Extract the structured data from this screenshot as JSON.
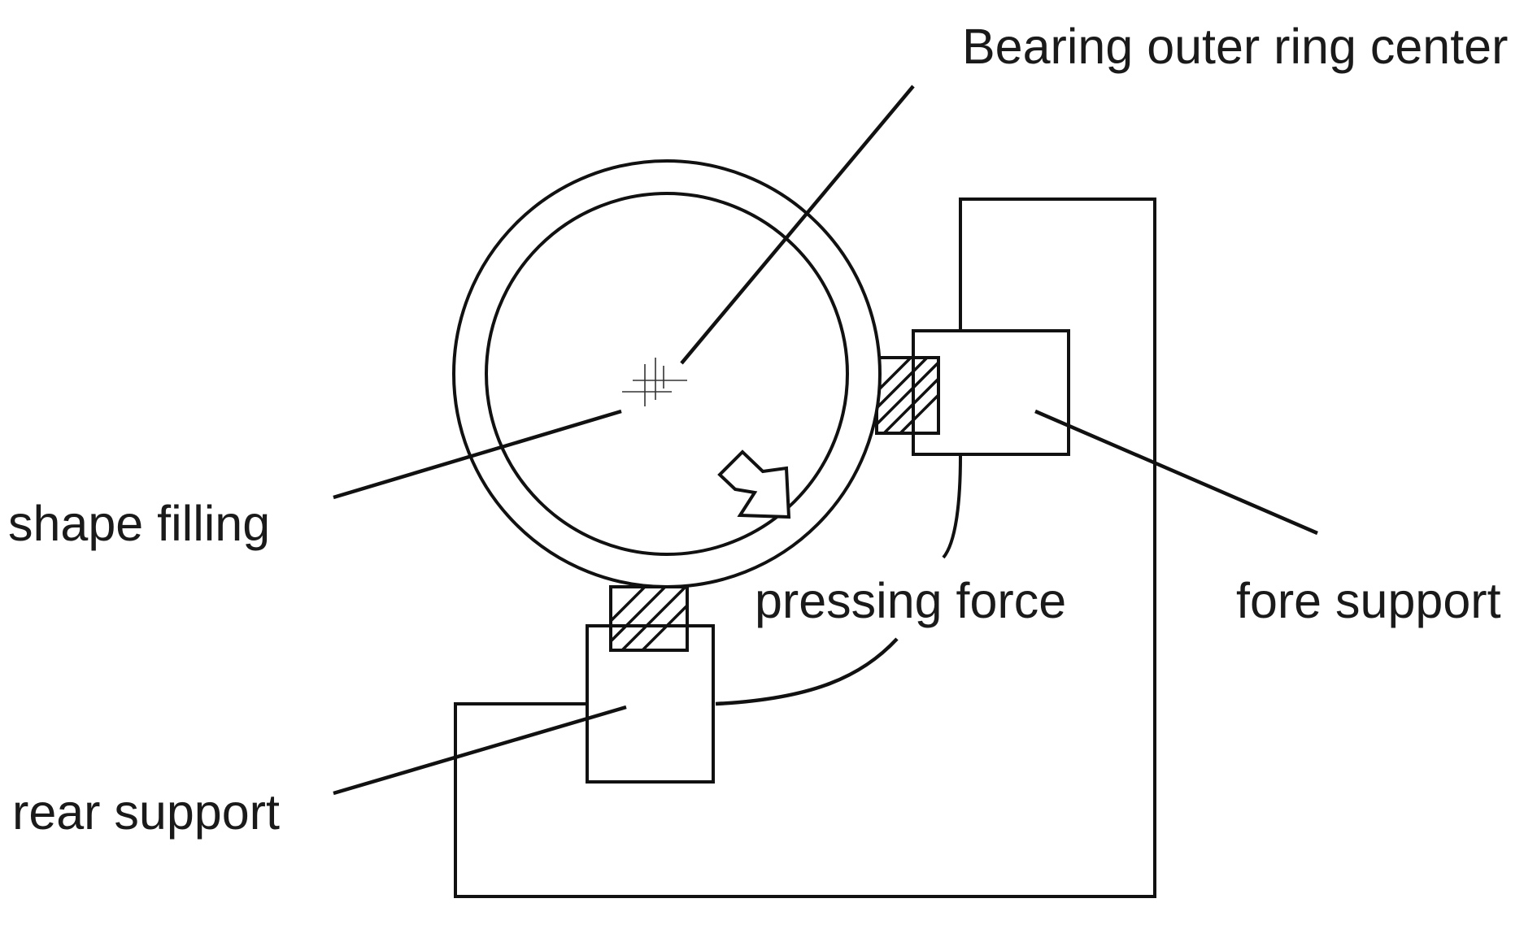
{
  "labels": {
    "bearing_outer_ring_center": "Bearing outer ring center",
    "shape_filling": "shape filling",
    "pressing_force": "pressing force",
    "fore_support": "fore support",
    "rear_support": "rear support"
  },
  "colors": {
    "line": "#111111",
    "text": "#1a1a1a",
    "background": "#ffffff"
  }
}
